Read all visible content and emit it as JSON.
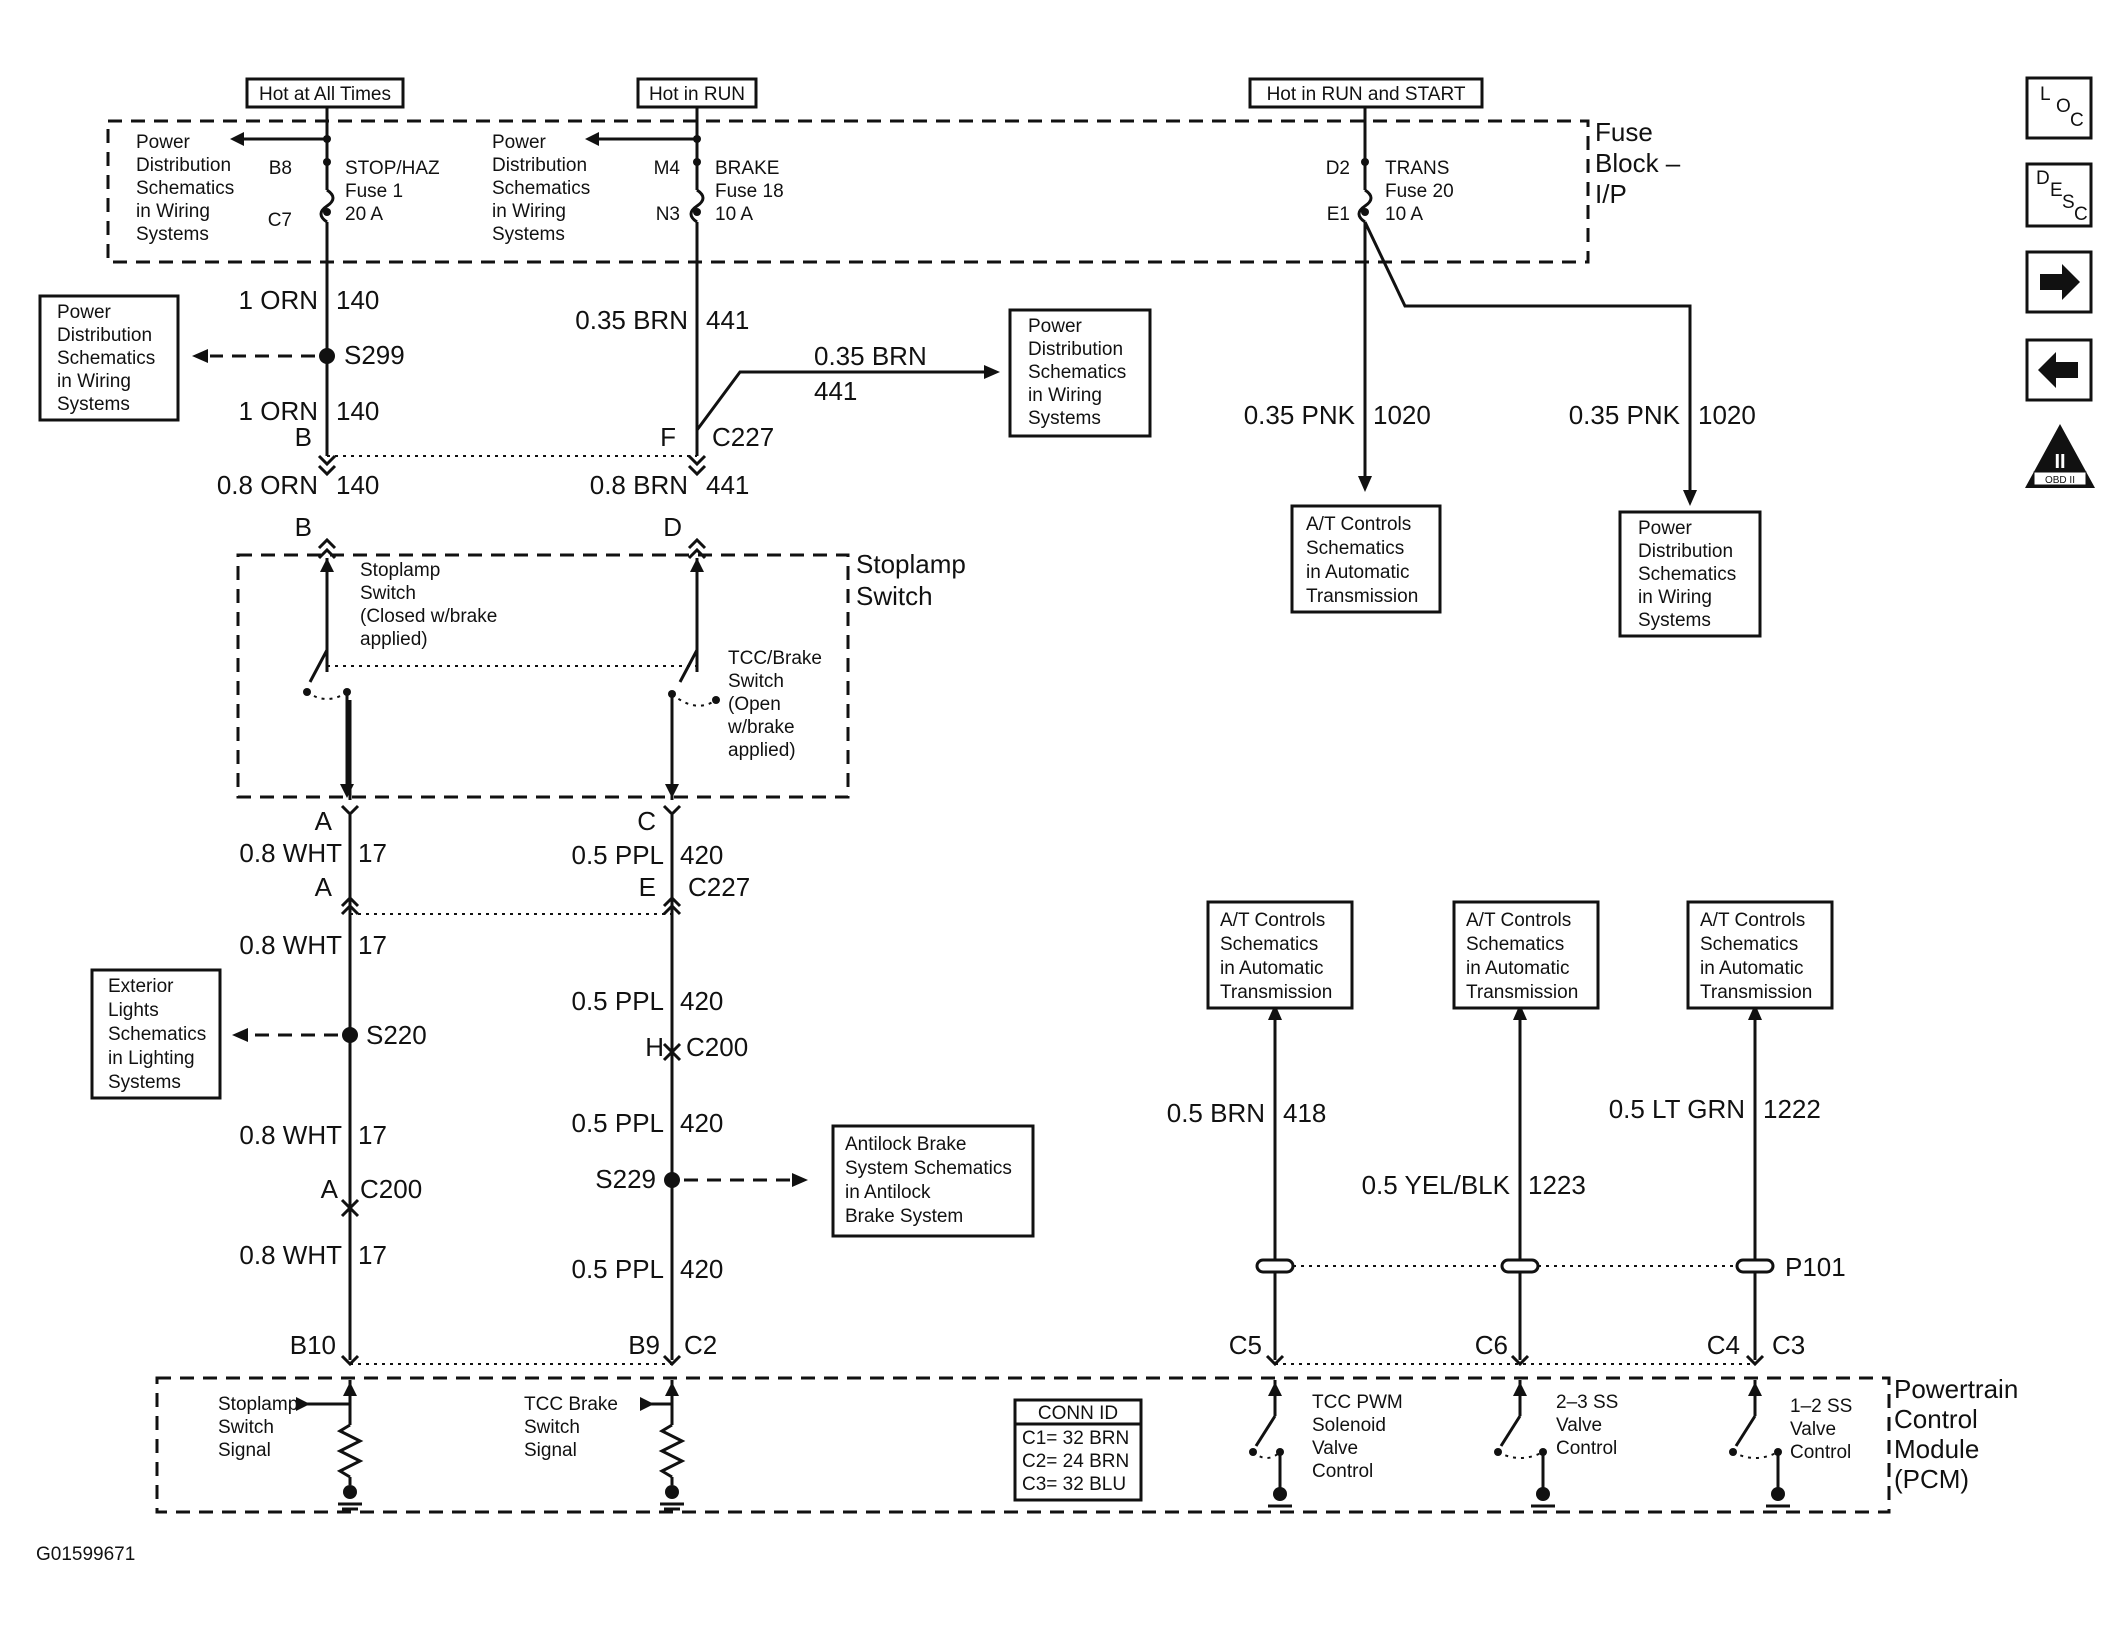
{
  "figure_id": "G01599671",
  "power_labels": {
    "always": "Hot at All Times",
    "run": "Hot in RUN",
    "run_start": "Hot in RUN and START"
  },
  "fuse_block": {
    "title": [
      "Fuse",
      "Block –",
      "I/P"
    ]
  },
  "fuses": [
    {
      "pin_in": "B8",
      "pin_out": "C7",
      "name": "STOP/HAZ",
      "fuse": "Fuse 1",
      "rating": "20 A"
    },
    {
      "pin_in": "M4",
      "pin_out": "N3",
      "name": "BRAKE",
      "fuse": "Fuse 18",
      "rating": "10 A"
    },
    {
      "pin_in": "D2",
      "pin_out": "E1",
      "name": "TRANS",
      "fuse": "Fuse 20",
      "rating": "10 A"
    }
  ],
  "refs": {
    "pd_fuse1": [
      "Power",
      "Distribution",
      "Schematics",
      "in Wiring",
      "Systems"
    ],
    "pd_fuse18": [
      "Power",
      "Distribution",
      "Schematics",
      "in Wiring",
      "Systems"
    ],
    "pd_s299": [
      "Power",
      "Distribution",
      "Schematics",
      "in Wiring",
      "Systems"
    ],
    "pd_441": [
      "Power",
      "Distribution",
      "Schematics",
      "in Wiring",
      "Systems"
    ],
    "at_1020": [
      "A/T Controls",
      "Schematics",
      "in Automatic",
      "Transmission"
    ],
    "pd_1020": [
      "Power",
      "Distribution",
      "Schematics",
      "in Wiring",
      "Systems"
    ],
    "ext_lights": [
      "Exterior",
      "Lights",
      "Schematics",
      "in Lighting",
      "Systems"
    ],
    "abs": [
      "Antilock Brake",
      "System Schematics",
      "in Antilock",
      "Brake System"
    ],
    "at_418": [
      "A/T Controls",
      "Schematics",
      "in Automatic",
      "Transmission"
    ],
    "at_1223": [
      "A/T Controls",
      "Schematics",
      "in Automatic",
      "Transmission"
    ],
    "at_1222": [
      "A/T Controls",
      "Schematics",
      "in Automatic",
      "Transmission"
    ]
  },
  "wires": {
    "w140_top": [
      "1 ORN",
      "140"
    ],
    "w140_mid": [
      "1 ORN",
      "140"
    ],
    "w140_low": [
      "0.8 ORN",
      "140"
    ],
    "w441_top": [
      "0.35 BRN",
      "441"
    ],
    "w441_branch": [
      "0.35 BRN",
      "441"
    ],
    "w441_low": [
      "0.8 BRN",
      "441"
    ],
    "w1020_a": [
      "0.35 PNK",
      "1020"
    ],
    "w1020_b": [
      "0.35 PNK",
      "1020"
    ],
    "w17_a": [
      "0.8 WHT",
      "17"
    ],
    "w17_b": [
      "0.8 WHT",
      "17"
    ],
    "w17_c": [
      "0.8 WHT",
      "17"
    ],
    "w17_d": [
      "0.8 WHT",
      "17"
    ],
    "w420_a": [
      "0.5 PPL",
      "420"
    ],
    "w420_b": [
      "0.5 PPL",
      "420"
    ],
    "w420_c": [
      "0.5 PPL",
      "420"
    ],
    "w420_d": [
      "0.5 PPL",
      "420"
    ],
    "w418": [
      "0.5 BRN",
      "418"
    ],
    "w1223": [
      "0.5 YEL/BLK",
      "1223"
    ],
    "w1222": [
      "0.5 LT GRN",
      "1222"
    ]
  },
  "splices": {
    "s299": "S299",
    "s220": "S220",
    "s229": "S229"
  },
  "connectors": {
    "c227": "C227",
    "c200": "C200",
    "c2": "C2",
    "p101": "P101",
    "pins": {
      "B1": "B",
      "F": "F",
      "B2": "B",
      "D": "D",
      "A1": "A",
      "C": "C",
      "A2": "A",
      "E": "E",
      "H": "H",
      "A3": "A",
      "B10": "B10",
      "B9": "B9",
      "C5": "C5",
      "C6": "C6",
      "C4": "C4",
      "C3": "C3"
    }
  },
  "stoplamp": {
    "title": [
      "Stoplamp",
      "Switch"
    ],
    "sw1": [
      "Stoplamp",
      "Switch",
      "(Closed w/brake",
      "applied)"
    ],
    "sw2": [
      "TCC/Brake",
      "Switch",
      "(Open",
      "w/brake",
      "applied)"
    ]
  },
  "pcm": {
    "title": [
      "Powertrain",
      "Control",
      "Module",
      "(PCM)"
    ],
    "signals": {
      "stop": [
        "Stoplamp",
        "Switch",
        "Signal"
      ],
      "tcc": [
        "TCC Brake",
        "Switch",
        "Signal"
      ],
      "pwm": [
        "TCC PWM",
        "Solenoid",
        "Valve",
        "Control"
      ],
      "ss23": [
        "2–3 SS",
        "Valve",
        "Control"
      ],
      "ss12": [
        "1–2 SS",
        "Valve",
        "Control"
      ]
    },
    "conn_id": {
      "header": "CONN ID",
      "rows": [
        "C1= 32 BRN",
        "C2= 24 BRN",
        "C3= 32 BLU"
      ]
    }
  },
  "nav": {
    "loc": {
      "l": "L",
      "o": "O",
      "c": "C"
    },
    "desc": {
      "d": "D",
      "e": "E",
      "s": "S",
      "c": "C"
    },
    "badge": {
      "roman": "II",
      "text": "OBD II"
    }
  }
}
